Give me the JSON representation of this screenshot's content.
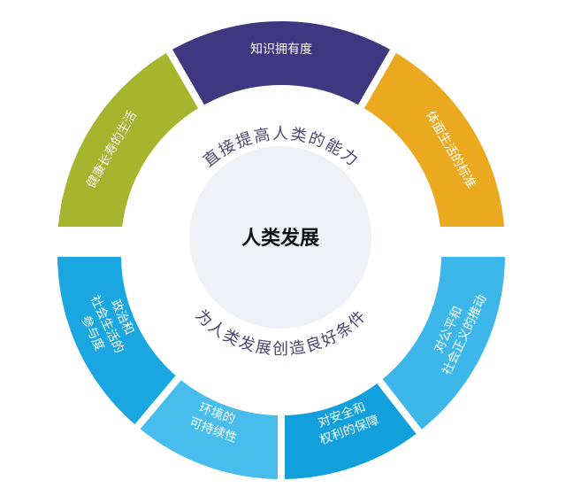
{
  "center": {
    "title": "人类发展",
    "color": "#eef1f6"
  },
  "upper_caption": "直接提高人类的能力",
  "lower_caption": "为人类发展创造良好条件",
  "upper_segments": [
    {
      "lines": [
        "健康长寿的生活"
      ],
      "color": "#a6b42e"
    },
    {
      "lines": [
        "知识拥有度"
      ],
      "color": "#3f377f"
    },
    {
      "lines": [
        "体面生活的标准"
      ],
      "color": "#eba91f"
    }
  ],
  "lower_segments": [
    {
      "lines": [
        "对公平和",
        "社会正义的推动"
      ],
      "color": "#3db7ea"
    },
    {
      "lines": [
        "对安全和",
        "权利的保障"
      ],
      "color": "#12a0dc"
    },
    {
      "lines": [
        "环境的",
        "可持续性"
      ],
      "color": "#47bdee"
    },
    {
      "lines": [
        "政治和",
        "社会生活的",
        "参与度"
      ],
      "color": "#1aa6e0"
    }
  ]
}
